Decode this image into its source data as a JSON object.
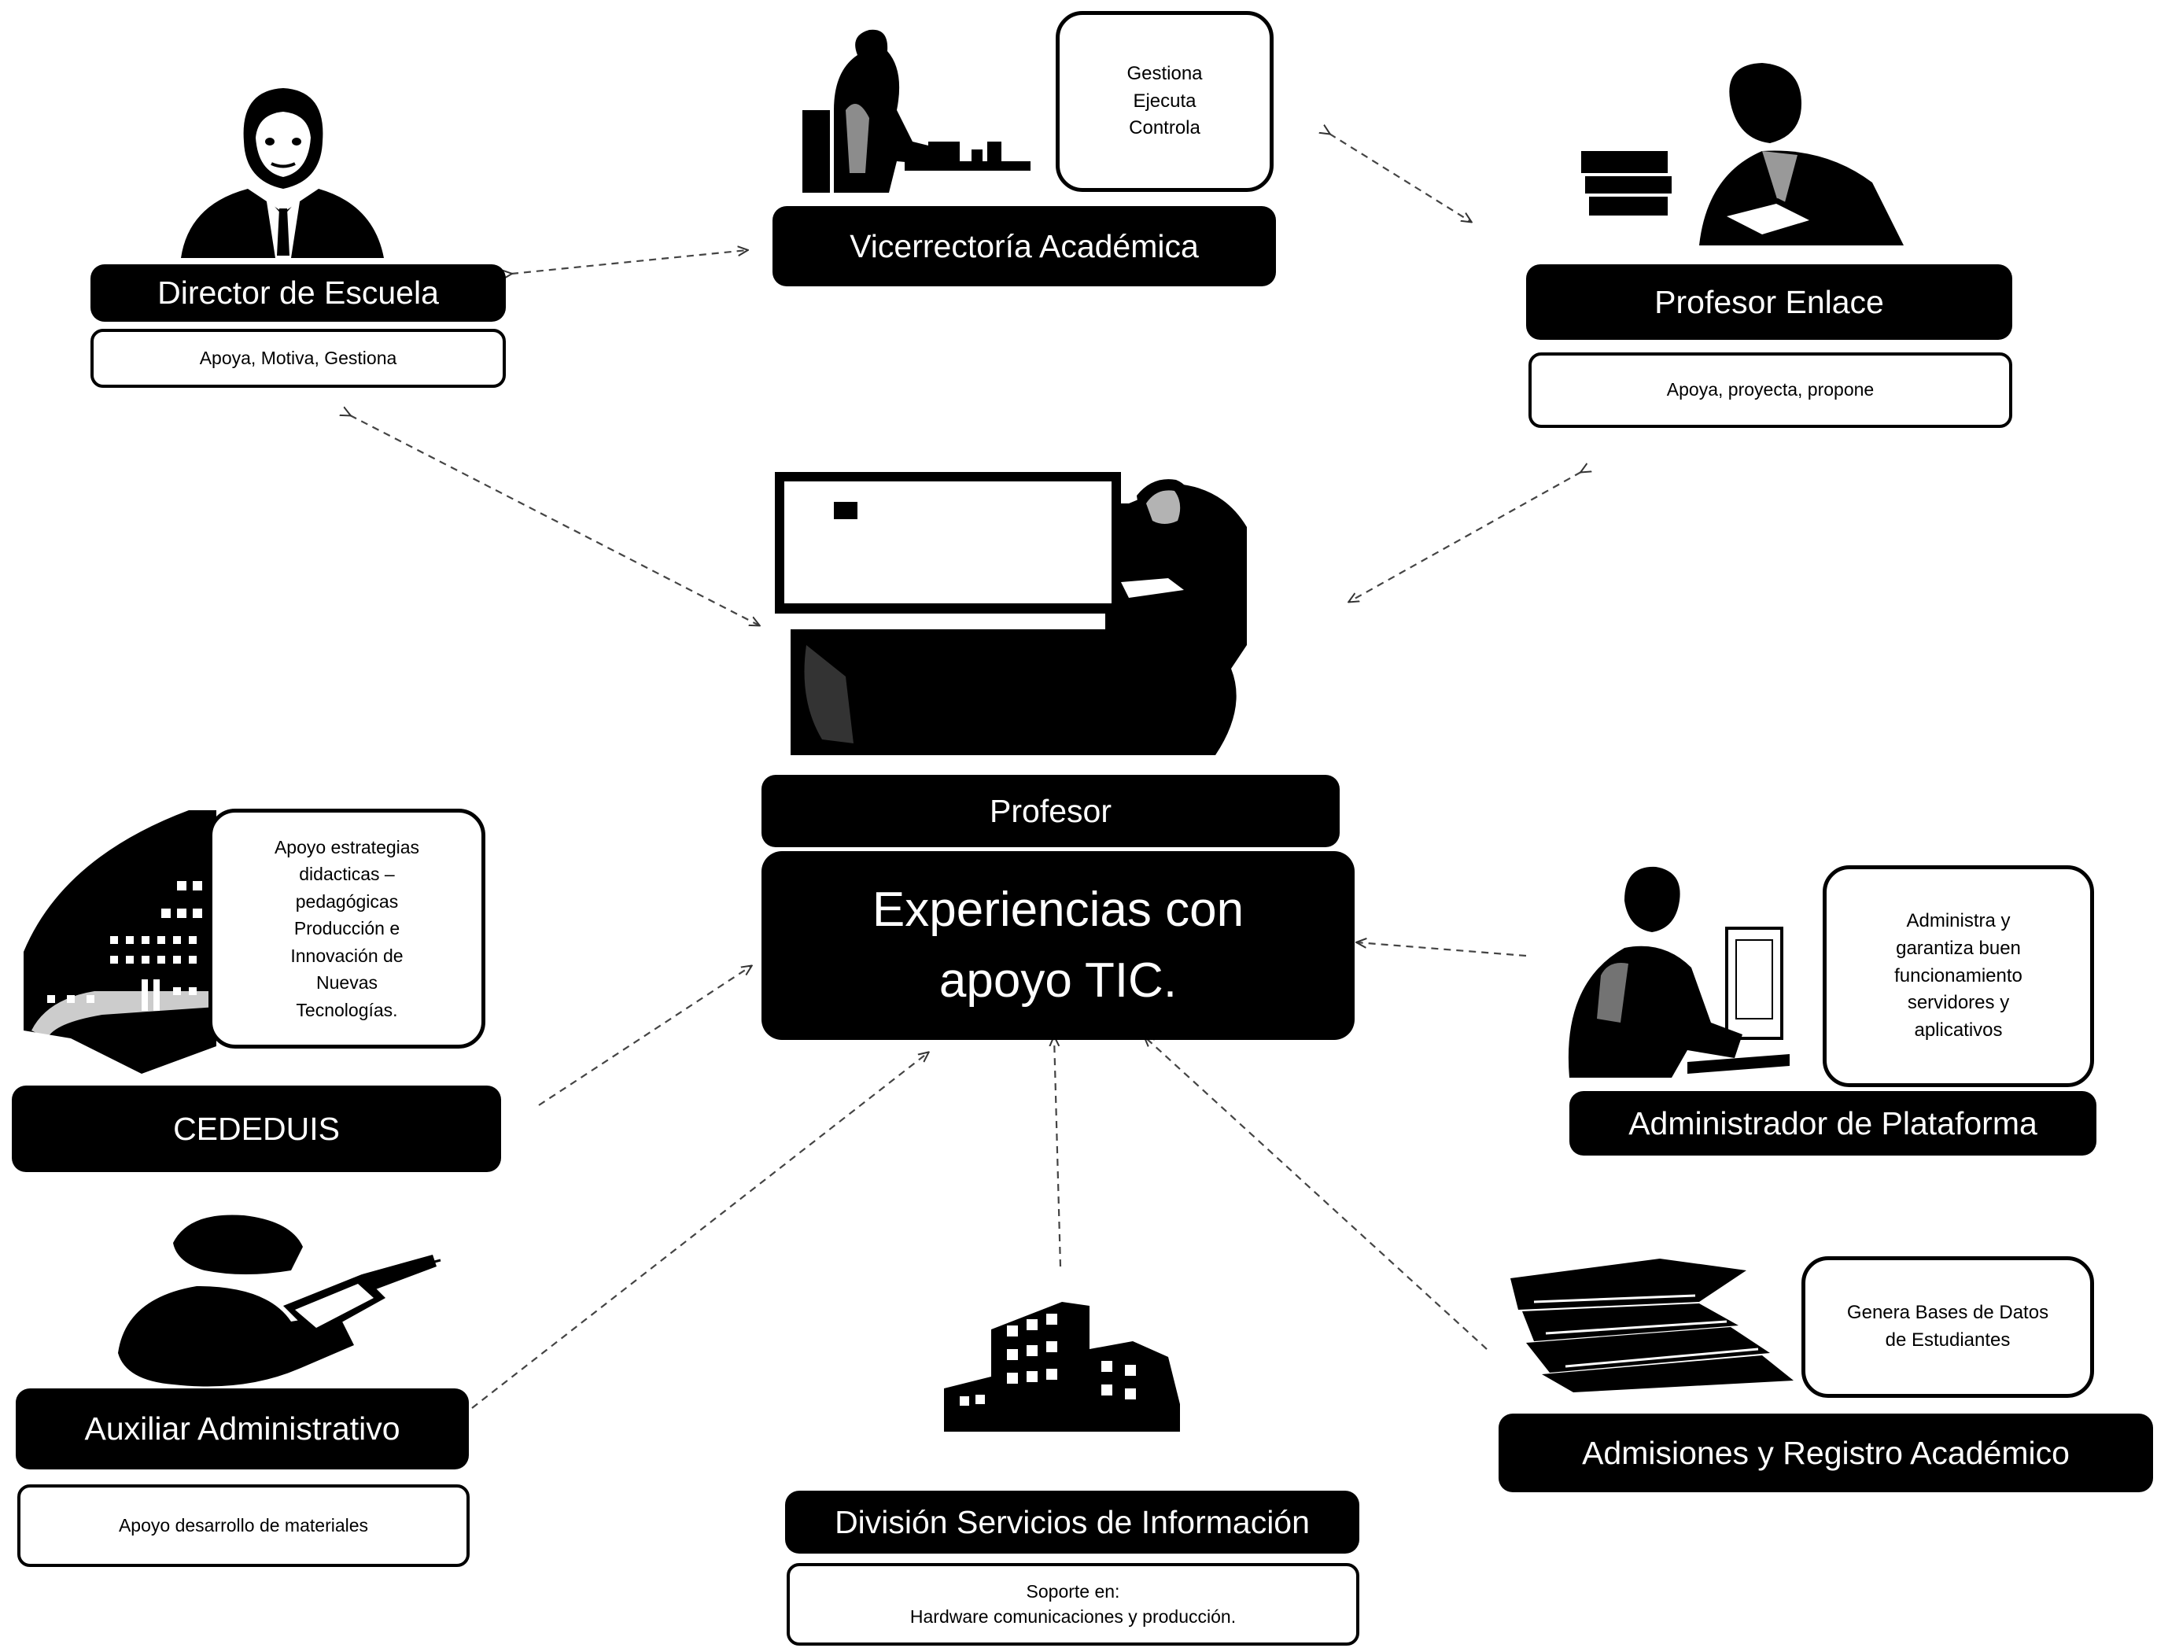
{
  "center": {
    "role": "Profesor",
    "title": "Experiencias con\napoyo TIC."
  },
  "nodes": {
    "vicerrectoria": {
      "label": "Vicerrectoría  Académica",
      "bubble": "Gestiona\nEjecuta\nControla",
      "icon": "woman-at-desk-icon"
    },
    "director": {
      "label": "Director de Escuela",
      "description": "Apoya, Motiva, Gestiona",
      "icon": "man-in-suit-icon"
    },
    "enlace": {
      "label": "Profesor Enlace",
      "description": "Apoya, proyecta, propone",
      "icon": "man-reading-books-icon"
    },
    "cededuis": {
      "label": "CEDEDUIS",
      "bubble": "Apoyo estrategias\ndidacticas –\npedagógicas\nProducción e\nInnovación de\nNuevas\nTecnologías.",
      "icon": "building-icon"
    },
    "administrador": {
      "label": "Administrador de Plataforma",
      "bubble": "Administra y\ngarantiza buen\nfuncionamiento\nservidores y\naplicativos",
      "icon": "man-at-computer-icon"
    },
    "auxiliar": {
      "label": "Auxiliar Administrativo",
      "description": "Apoyo desarrollo de materiales",
      "icon": "person-writing-icon"
    },
    "division": {
      "label": "División Servicios de Información",
      "description": "Soporte en:\nHardware  comunicaciones y producción.",
      "icon": "office-building-icon"
    },
    "admisiones": {
      "label": "Admisiones y Registro Académico",
      "bubble": "Genera Bases de Datos\nde Estudiantes",
      "icon": "stack-of-books-icon"
    }
  },
  "center_icon": "teacher-at-whiteboard-icon"
}
